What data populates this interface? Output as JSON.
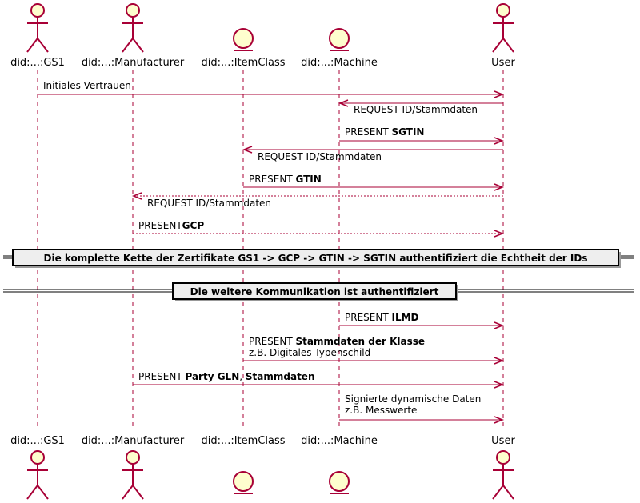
{
  "participants": [
    {
      "id": "gs1",
      "label": "did:...:GS1",
      "type": "actor"
    },
    {
      "id": "manufacturer",
      "label": "did:...:Manufacturer",
      "type": "actor"
    },
    {
      "id": "itemclass",
      "label": "did:...:ItemClass",
      "type": "entity"
    },
    {
      "id": "machine",
      "label": "did:...:Machine",
      "type": "entity"
    },
    {
      "id": "user",
      "label": "User",
      "type": "actor"
    }
  ],
  "messages": [
    {
      "from": "gs1",
      "to": "user",
      "style": "solid",
      "lines": [
        [
          {
            "t": "Initiales Vertrauen",
            "b": false
          }
        ]
      ]
    },
    {
      "from": "user",
      "to": "machine",
      "style": "solid",
      "lines": [
        [
          {
            "t": "REQUEST ID/Stammdaten",
            "b": false
          }
        ]
      ]
    },
    {
      "from": "machine",
      "to": "user",
      "style": "solid",
      "lines": [
        [
          {
            "t": "PRESENT ",
            "b": false
          },
          {
            "t": "SGTIN",
            "b": true
          }
        ]
      ]
    },
    {
      "from": "user",
      "to": "itemclass",
      "style": "solid",
      "lines": [
        [
          {
            "t": "REQUEST ID/Stammdaten",
            "b": false
          }
        ]
      ]
    },
    {
      "from": "itemclass",
      "to": "user",
      "style": "solid",
      "lines": [
        [
          {
            "t": "PRESENT ",
            "b": false
          },
          {
            "t": "GTIN",
            "b": true
          }
        ]
      ]
    },
    {
      "from": "user",
      "to": "manufacturer",
      "style": "dashed",
      "lines": [
        [
          {
            "t": "REQUEST ID/Stammdaten",
            "b": false
          }
        ]
      ]
    },
    {
      "from": "manufacturer",
      "to": "user",
      "style": "dashed",
      "lines": [
        [
          {
            "t": "PRESENT",
            "b": false
          },
          {
            "t": "GCP",
            "b": true
          }
        ]
      ]
    },
    {
      "from": "machine",
      "to": "user",
      "style": "solid",
      "lines": [
        [
          {
            "t": "PRESENT ",
            "b": false
          },
          {
            "t": "ILMD",
            "b": true
          }
        ]
      ]
    },
    {
      "from": "itemclass",
      "to": "user",
      "style": "solid",
      "lines": [
        [
          {
            "t": "PRESENT ",
            "b": false
          },
          {
            "t": "Stammdaten der Klasse",
            "b": true
          }
        ],
        [
          {
            "t": "z.B. Digitales Typenschild",
            "b": false
          }
        ]
      ]
    },
    {
      "from": "manufacturer",
      "to": "user",
      "style": "solid",
      "lines": [
        [
          {
            "t": "PRESENT ",
            "b": false
          },
          {
            "t": "Party GLN",
            "b": true
          },
          {
            "t": ", ",
            "b": false
          },
          {
            "t": "Stammdaten",
            "b": true
          }
        ]
      ]
    },
    {
      "from": "machine",
      "to": "user",
      "style": "solid",
      "lines": [
        [
          {
            "t": "Signierte dynamische Daten",
            "b": false
          }
        ],
        [
          {
            "t": "z.B. Messwerte",
            "b": false
          }
        ]
      ]
    }
  ],
  "dividers": [
    {
      "text": "Die komplette Kette der Zertifikate GS1 -> GCP -> GTIN -> SGTIN authentifiziert die Echtheit der IDs"
    },
    {
      "text": "Die weitere Kommunikation ist authentifiziert"
    }
  ],
  "colors": {
    "arrow": "#A80036",
    "participant_fill": "#FEFECE",
    "participant_stroke": "#A80036",
    "divider_fill": "#EEEEEE",
    "lifeline": "#A80036"
  }
}
